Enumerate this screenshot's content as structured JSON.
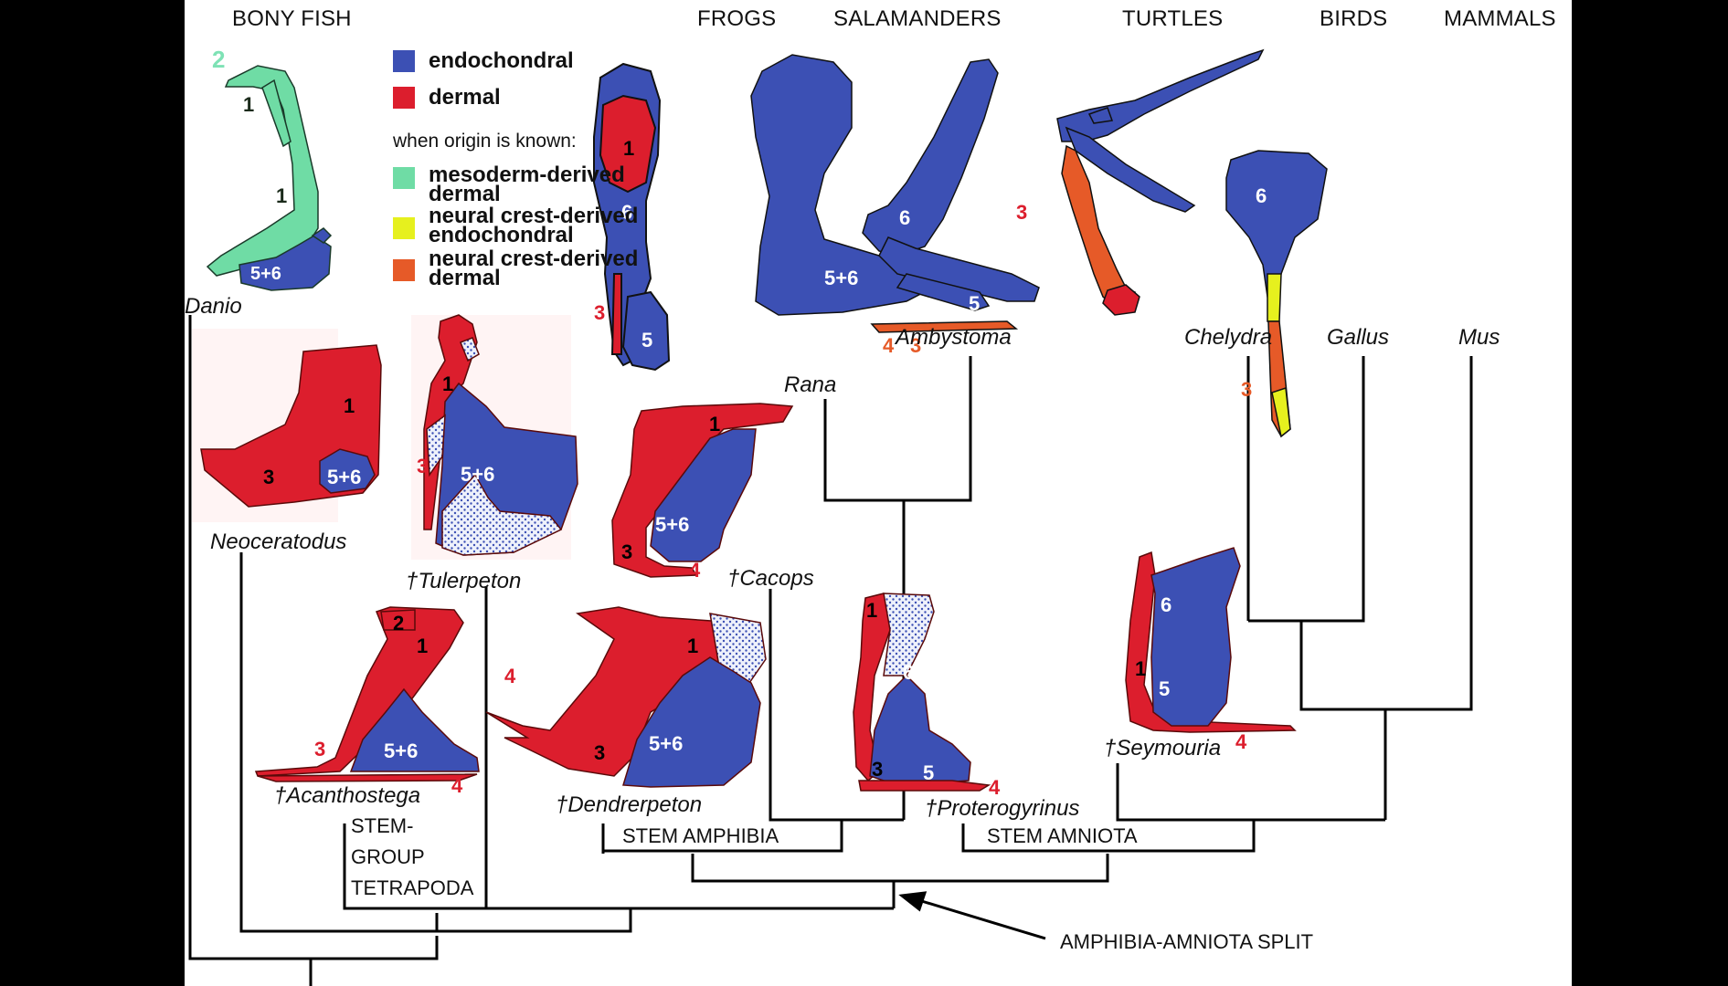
{
  "headers": {
    "bony_fish": "BONY FISH",
    "frogs": "FROGS",
    "salamanders": "SALAMANDERS",
    "turtles": "TURTLES",
    "birds": "BIRDS",
    "mammals": "MAMMALS"
  },
  "legend": {
    "endochondral": "endochondral",
    "dermal": "dermal",
    "origin_note": "when origin is known:",
    "mesoderm_line1": "mesoderm-derived",
    "mesoderm_line2": "dermal",
    "nc_endo_line1": "neural crest-derived",
    "nc_endo_line2": "endochondral",
    "nc_dermal_line1": "neural crest-derived",
    "nc_dermal_line2": "dermal",
    "colors": {
      "endochondral": "#3c50b4",
      "dermal": "#dc1e2d",
      "mesoderm_dermal": "#6fdca5",
      "nc_endochondral": "#e6f01e",
      "nc_dermal": "#e65a28"
    }
  },
  "taxa": {
    "danio": "Danio",
    "neoceratodus": "Neoceratodus",
    "tulerpeton": "†Tulerpeton",
    "acanthostega": "†Acanthostega",
    "dendrerpeton": "†Dendrerpeton",
    "cacops": "†Cacops",
    "rana": "Rana",
    "ambystoma": "Ambystoma",
    "chelydra": "Chelydra",
    "gallus": "Gallus",
    "mus": "Mus",
    "proterogyrinus": "†Proterogyrinus",
    "seymouria": "†Seymouria"
  },
  "groups": {
    "stem_tetrapoda_1": "STEM-",
    "stem_tetrapoda_2": "GROUP",
    "stem_tetrapoda_3": "TETRAPODA",
    "stem_amphibia": "STEM AMPHIBIA",
    "stem_amniota": "STEM AMNIOTA",
    "split": "AMPHIBIA-AMNIOTA SPLIT"
  },
  "bone_labels": {
    "n1": "1",
    "n2": "2",
    "n3": "3",
    "n4": "4",
    "n5": "5",
    "n6": "6",
    "n56": "5+6"
  }
}
